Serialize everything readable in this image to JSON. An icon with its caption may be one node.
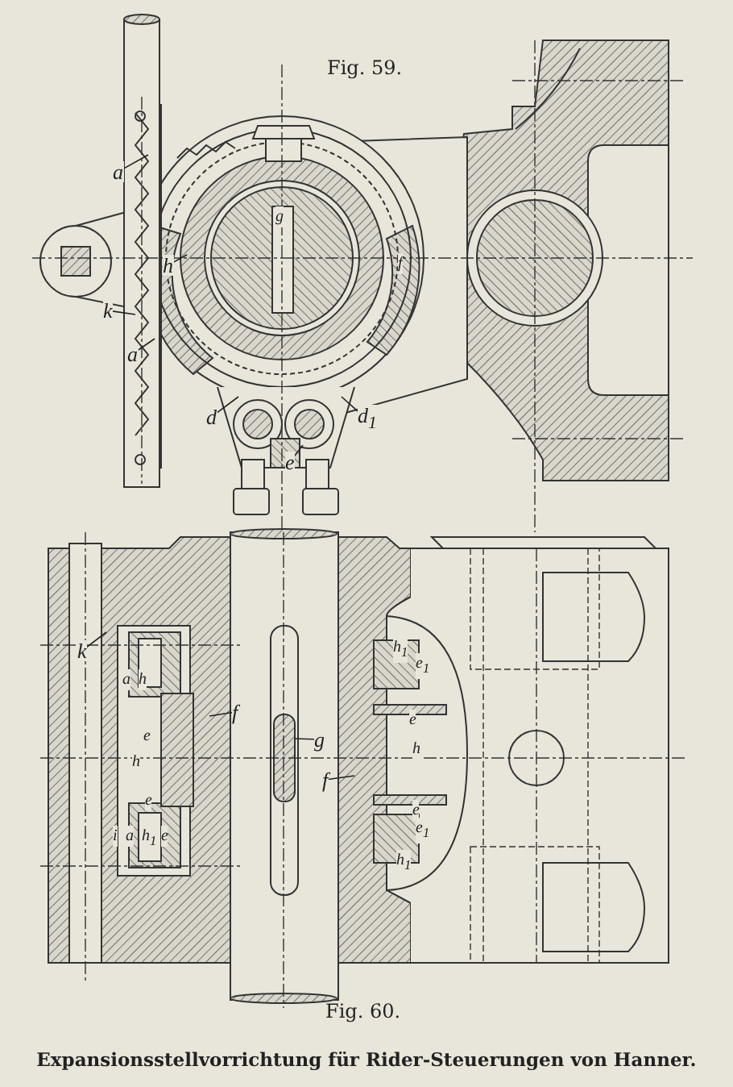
{
  "diagram": {
    "caption": "Expansionsstellvorrichtung für Rider-Steuerungen von Hanner.",
    "nodes": [
      {
        "text": [
          "a"
        ]
      },
      {
        "text": [
          "h"
        ]
      },
      {
        "text": [
          "k"
        ]
      },
      {
        "text": [
          "a"
        ]
      },
      {
        "text": [
          "d"
        ]
      },
      {
        "text": [
          "d$_{1}$"
        ]
      },
      {
        "text": [
          "e"
        ]
      },
      {
        "text": [
          "k"
        ]
      },
      {
        "text": [
          "f"
        ]
      },
      {
        "text": [
          "g"
        ]
      },
      {
        "text": [
          "f"
        ]
      }
    ],
    "edges": [
      {
        "from": 0,
        "to": null,
        "arrow": "none"
      },
      {
        "from": 1,
        "to": null,
        "arrow": "none"
      },
      {
        "from": 2,
        "to": null,
        "arrow": "none"
      },
      {
        "from": 3,
        "to": null,
        "arrow": "none"
      },
      {
        "from": 4,
        "to": null,
        "arrow": "none"
      },
      {
        "from": 5,
        "to": null,
        "arrow": "none"
      },
      {
        "from": 6,
        "to": null,
        "arrow": "none"
      },
      {
        "from": 7,
        "to": null,
        "arrow": "none"
      },
      {
        "from": 8,
        "to": null,
        "arrow": "none"
      },
      {
        "from": 9,
        "to": null,
        "arrow": "none"
      },
      {
        "from": 10,
        "to": null,
        "arrow": "none"
      }
    ],
    "labels": [
      "Fig. 59.",
      "g",
      "f",
      "a",
      "h",
      "e",
      "h",
      "e",
      "i",
      "a",
      "h$_{1}$",
      "e",
      "h$_{1}$",
      "e$_{1}$",
      "e",
      "h",
      "e",
      "e$_{1}$",
      "h$_{1}$",
      "Fig. 60."
    ]
  }
}
